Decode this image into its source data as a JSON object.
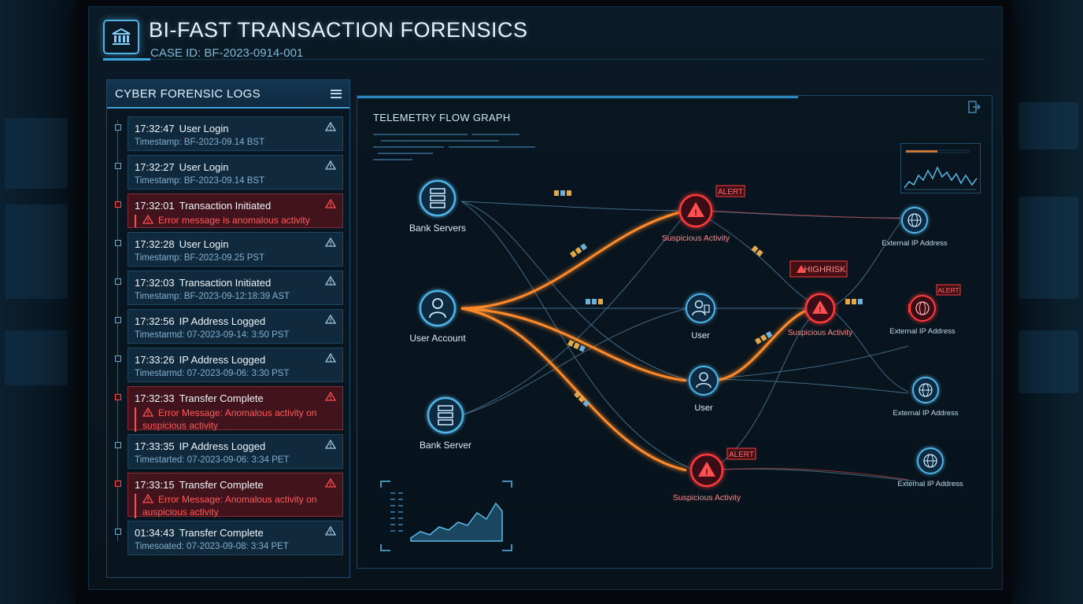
{
  "header": {
    "title": "BI-FAST TRANSACTION FORENSICS",
    "case_id": "CASE ID: BF-2023-0914-001"
  },
  "logs": {
    "title": "CYBER FORENSIC LOGS",
    "items": [
      {
        "time": "17:32:47",
        "event": "User Login",
        "detail": "Timestamp: BF-2023-09.14 BST",
        "error": false
      },
      {
        "time": "17:32:27",
        "event": "User Login",
        "detail": "Timestamp: BF-2023-09.14 BST",
        "error": false
      },
      {
        "time": "17:32:01",
        "event": "Transaction Initiated",
        "detail": "Error message is anomalous activity",
        "error": true
      },
      {
        "time": "17:32:28",
        "event": "User Login",
        "detail": "Timestamp: BF-2023-09.25 PST",
        "error": false
      },
      {
        "time": "17:32:03",
        "event": "Transaction Initiated",
        "detail": "Timestamp: BF-2023-09-12:18:39 AST",
        "error": false
      },
      {
        "time": "17:32:56",
        "event": "IP Address Logged",
        "detail": "Timestarmd: 07-2023-09-14: 3:50 PST",
        "error": false
      },
      {
        "time": "17:33:26",
        "event": "IP Address Logged",
        "detail": "Timestarmd: 07-2023-09-06: 3:30 PST",
        "error": false
      },
      {
        "time": "17:32:33",
        "event": "Transfer Complete",
        "detail": "Error Message: Anomalous activity on suspicious activity",
        "error": true
      },
      {
        "time": "17:33:35",
        "event": "IP Address Logged",
        "detail": "Timestarted: 07-2023-09-06: 3:34 PET",
        "error": false
      },
      {
        "time": "17:33:15",
        "event": "Transfer Complete",
        "detail": "Error Message: Anomalous activity on auspicious activity",
        "error": true
      },
      {
        "time": "01:34:43",
        "event": "Transfer Complete",
        "detail": "Timesoated: 07-2023-09-08: 3:34 PET",
        "error": false
      }
    ]
  },
  "graph": {
    "title": "TELEMETRY FLOW GRAPH",
    "nodes": {
      "bank_servers": "Bank Servers",
      "user_account": "User Account",
      "bank_server": "Bank Server",
      "suspicious_top": "Suspicious Activity",
      "user_mid": "User",
      "user_low": "User",
      "suspicious_bottom": "Suspicious Activity",
      "suspicious_center": "Suspicious Activity",
      "ext_ip_1": "External IP Address",
      "ext_ip_2": "External IP Address",
      "ext_ip_3": "External IP Address",
      "ext_ip_4": "External IP Address"
    },
    "badges": {
      "alert_top": "ALERT",
      "alert_bottom": "ALERT",
      "alert_right": "ALERT",
      "high_risk": "HIGHRISK"
    }
  },
  "colors": {
    "accent": "#3ea6e0",
    "alert": "#ff3b3b",
    "flow": "#ff8a2a",
    "node": "#4fb3e8"
  }
}
